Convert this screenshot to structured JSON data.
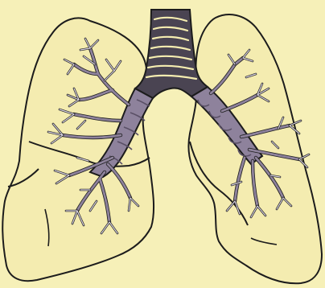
{
  "colors": {
    "background": "#f6f0b8",
    "lung_fill": "#f4ecb0",
    "outline": "#1c1c1c",
    "trachea_fill": "#4a4452",
    "ring_highlight": "#f4ecb0",
    "bronchi_fill": "#8e829c",
    "bronchi_dark": "#5a5066",
    "twig_light": "#d8d2e2"
  },
  "figure": {
    "parts": [
      "trachea",
      "left-main-bronchus",
      "right-main-bronchus",
      "right-lung",
      "left-lung",
      "bronchial-tree"
    ]
  }
}
